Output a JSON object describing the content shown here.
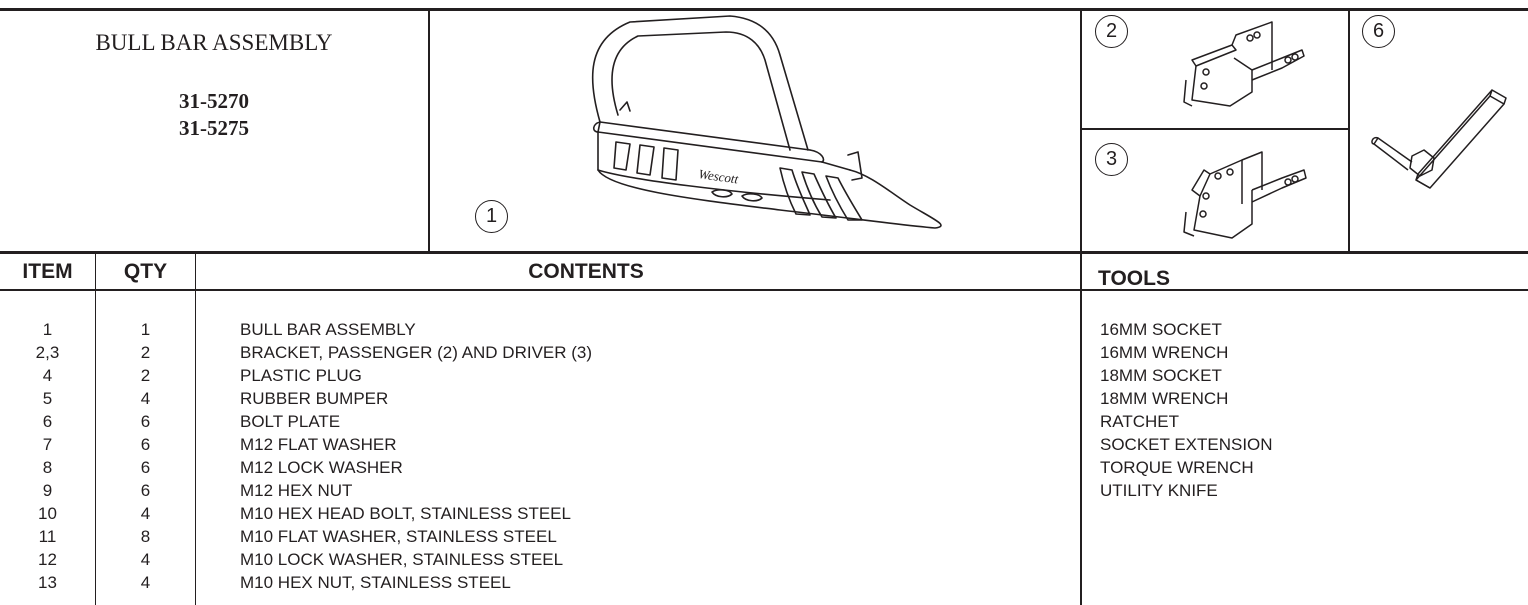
{
  "title": "BULL BAR ASSEMBLY",
  "part_numbers": [
    "31-5270",
    "31-5275"
  ],
  "callouts": [
    "1",
    "2",
    "3",
    "6"
  ],
  "headers": {
    "item": "ITEM",
    "qty": "QTY",
    "contents": "CONTENTS",
    "tools": "TOOLS"
  },
  "items": [
    {
      "item": "1",
      "qty": "1",
      "description": "BULL BAR ASSEMBLY"
    },
    {
      "item": "2,3",
      "qty": "2",
      "description": "BRACKET, PASSENGER (2) AND DRIVER (3)"
    },
    {
      "item": "4",
      "qty": "2",
      "description": "PLASTIC PLUG"
    },
    {
      "item": "5",
      "qty": "4",
      "description": "RUBBER BUMPER"
    },
    {
      "item": "6",
      "qty": "6",
      "description": "BOLT PLATE"
    },
    {
      "item": "7",
      "qty": "6",
      "description": "M12 FLAT WASHER"
    },
    {
      "item": "8",
      "qty": "6",
      "description": "M12 LOCK WASHER"
    },
    {
      "item": "9",
      "qty": "6",
      "description": "M12 HEX NUT"
    },
    {
      "item": "10",
      "qty": "4",
      "description": "M10 HEX HEAD BOLT, STAINLESS STEEL"
    },
    {
      "item": "11",
      "qty": "8",
      "description": "M10 FLAT WASHER, STAINLESS STEEL"
    },
    {
      "item": "12",
      "qty": "4",
      "description": "M10 LOCK WASHER, STAINLESS STEEL"
    },
    {
      "item": "13",
      "qty": "4",
      "description": "M10 HEX NUT, STAINLESS STEEL"
    }
  ],
  "tools": [
    "16MM SOCKET",
    "16MM WRENCH",
    "18MM SOCKET",
    "18MM WRENCH",
    "RATCHET",
    "SOCKET EXTENSION",
    "TORQUE WRENCH",
    "UTILITY KNIFE"
  ]
}
